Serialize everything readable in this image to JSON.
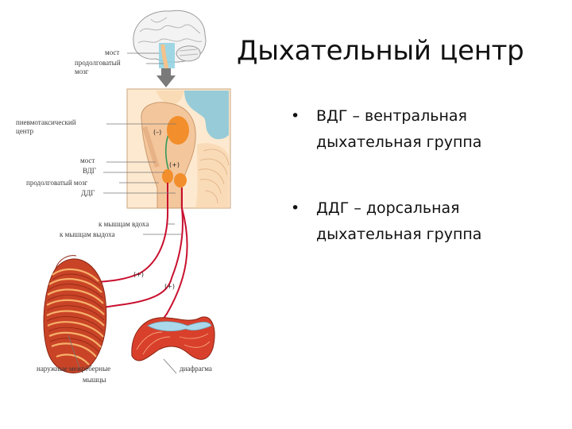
{
  "slide": {
    "title": "Дыхательный центр",
    "bullets": [
      {
        "line1": "ВДГ – вентральная",
        "line2": "дыхательная группа"
      },
      {
        "line1": "ДДГ – дорсальная",
        "line2": "дыхательная группа"
      }
    ]
  },
  "diagram": {
    "labels": {
      "most_top": "мост",
      "medulla_top_1": "продолговатый",
      "medulla_top_2": "мозг",
      "pneumotaxic_1": "пневмотаксический",
      "pneumotaxic_2": "центр",
      "most": "мост",
      "vdg": "ВДГ",
      "medulla": "продолговатый мозг",
      "ddg": "ДДГ",
      "to_inspiratory": "к мышцам вдоха",
      "to_expiratory": "к мышцам выдоха",
      "intercostal_1": "наружные межрёберные",
      "intercostal_2": "мышцы",
      "diaphragm": "диафрагма"
    },
    "signs": {
      "minus": "(–)",
      "plus_brainstem": "(+)",
      "plus_ribs": "(+)",
      "plus_diaphragm": "(+)"
    },
    "colors": {
      "nerve": "#c8102e",
      "muscle": "#d9432b",
      "nucleus": "#f08c2a",
      "ventricle": "#7fc4d8",
      "tissue": "#fbe3c4"
    }
  }
}
